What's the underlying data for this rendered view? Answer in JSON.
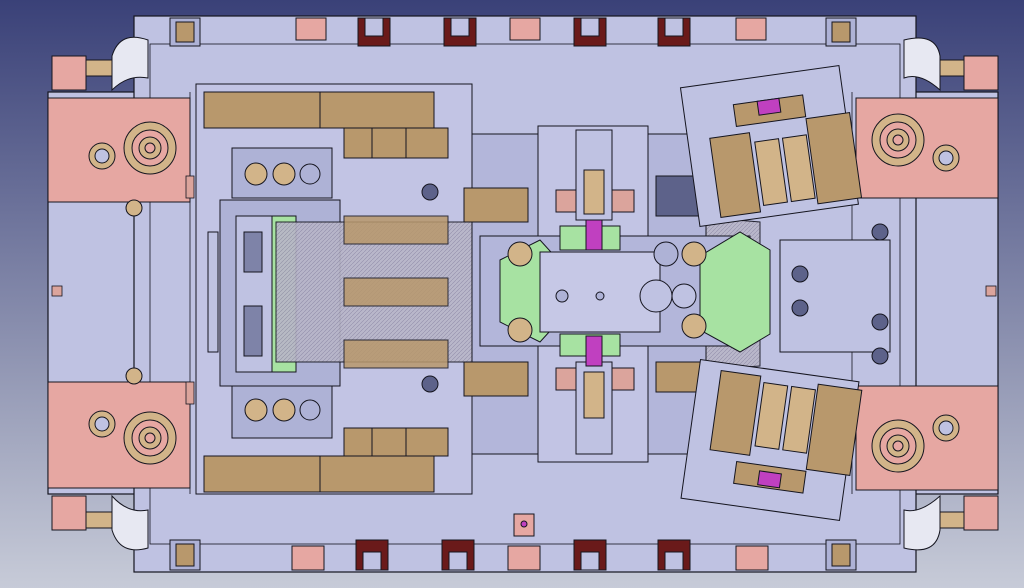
{
  "canvas": {
    "background_top": "#3a4178",
    "background_bottom": "#c7cbd8"
  },
  "colors": {
    "plate": "#bfc2e2",
    "plate_dark": "#aeb2d6",
    "outline": "#15151f",
    "pink_block": "#e6a7a2",
    "salmon_block": "#dba49c",
    "tan_block": "#b8986c",
    "tan_light": "#d2b489",
    "green": "#a7e2a2",
    "dark_red": "#6a1a1a",
    "magenta": "#c040c0",
    "blue_grey": "#5d628a",
    "steel": "#e7e8f2"
  },
  "components": [
    {
      "name": "clamp-plate",
      "type": "plate"
    },
    {
      "name": "guide-pillar-top-left",
      "type": "guide-pillar"
    },
    {
      "name": "guide-pillar-top-right",
      "type": "guide-pillar"
    },
    {
      "name": "guide-pillar-bottom-left",
      "type": "guide-pillar"
    },
    {
      "name": "guide-pillar-bottom-right",
      "type": "guide-pillar"
    },
    {
      "name": "ejector-block-top-left",
      "type": "bushing-block"
    },
    {
      "name": "ejector-block-bottom-left",
      "type": "bushing-block"
    },
    {
      "name": "ejector-block-top-right",
      "type": "bushing-block"
    },
    {
      "name": "ejector-block-bottom-right",
      "type": "bushing-block"
    },
    {
      "name": "slide-assembly-left",
      "type": "slide"
    },
    {
      "name": "core-cavity-center",
      "type": "cavity"
    },
    {
      "name": "lifter-top",
      "type": "lifter"
    },
    {
      "name": "lifter-bottom",
      "type": "lifter"
    },
    {
      "name": "angled-slide-top-right",
      "type": "slide"
    },
    {
      "name": "angled-slide-bottom-right",
      "type": "slide"
    }
  ]
}
